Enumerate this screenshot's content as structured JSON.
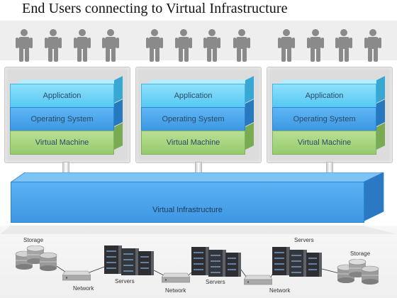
{
  "title": "End Users connecting to Virtual Infrastructure",
  "stacks": [
    {
      "application": "Application",
      "os": "Operating System",
      "vm": "Virtual Machine"
    },
    {
      "application": "Application",
      "os": "Operating System",
      "vm": "Virtual Machine"
    },
    {
      "application": "Application",
      "os": "Operating System",
      "vm": "Virtual Machine"
    }
  ],
  "infrastructure": "Virtual Infrastructure",
  "network_labels": {
    "storage_left": "Storage",
    "network_left": "Network",
    "servers_left": "Servers",
    "network_mid": "Network",
    "servers_mid": "Servers",
    "servers_right": "Servers",
    "network_right": "Network",
    "storage_right": "Storage"
  },
  "icons": {
    "user": "user-icon",
    "storage": "storage-disk-icon",
    "server": "server-rack-icon",
    "switch": "network-switch-icon"
  },
  "colors": {
    "application": "#55c8f3",
    "operating_system": "#3b97e2",
    "virtual_machine": "#96cb6c",
    "virtual_infrastructure": "#3f97e4",
    "user": "#8a8a8a"
  }
}
